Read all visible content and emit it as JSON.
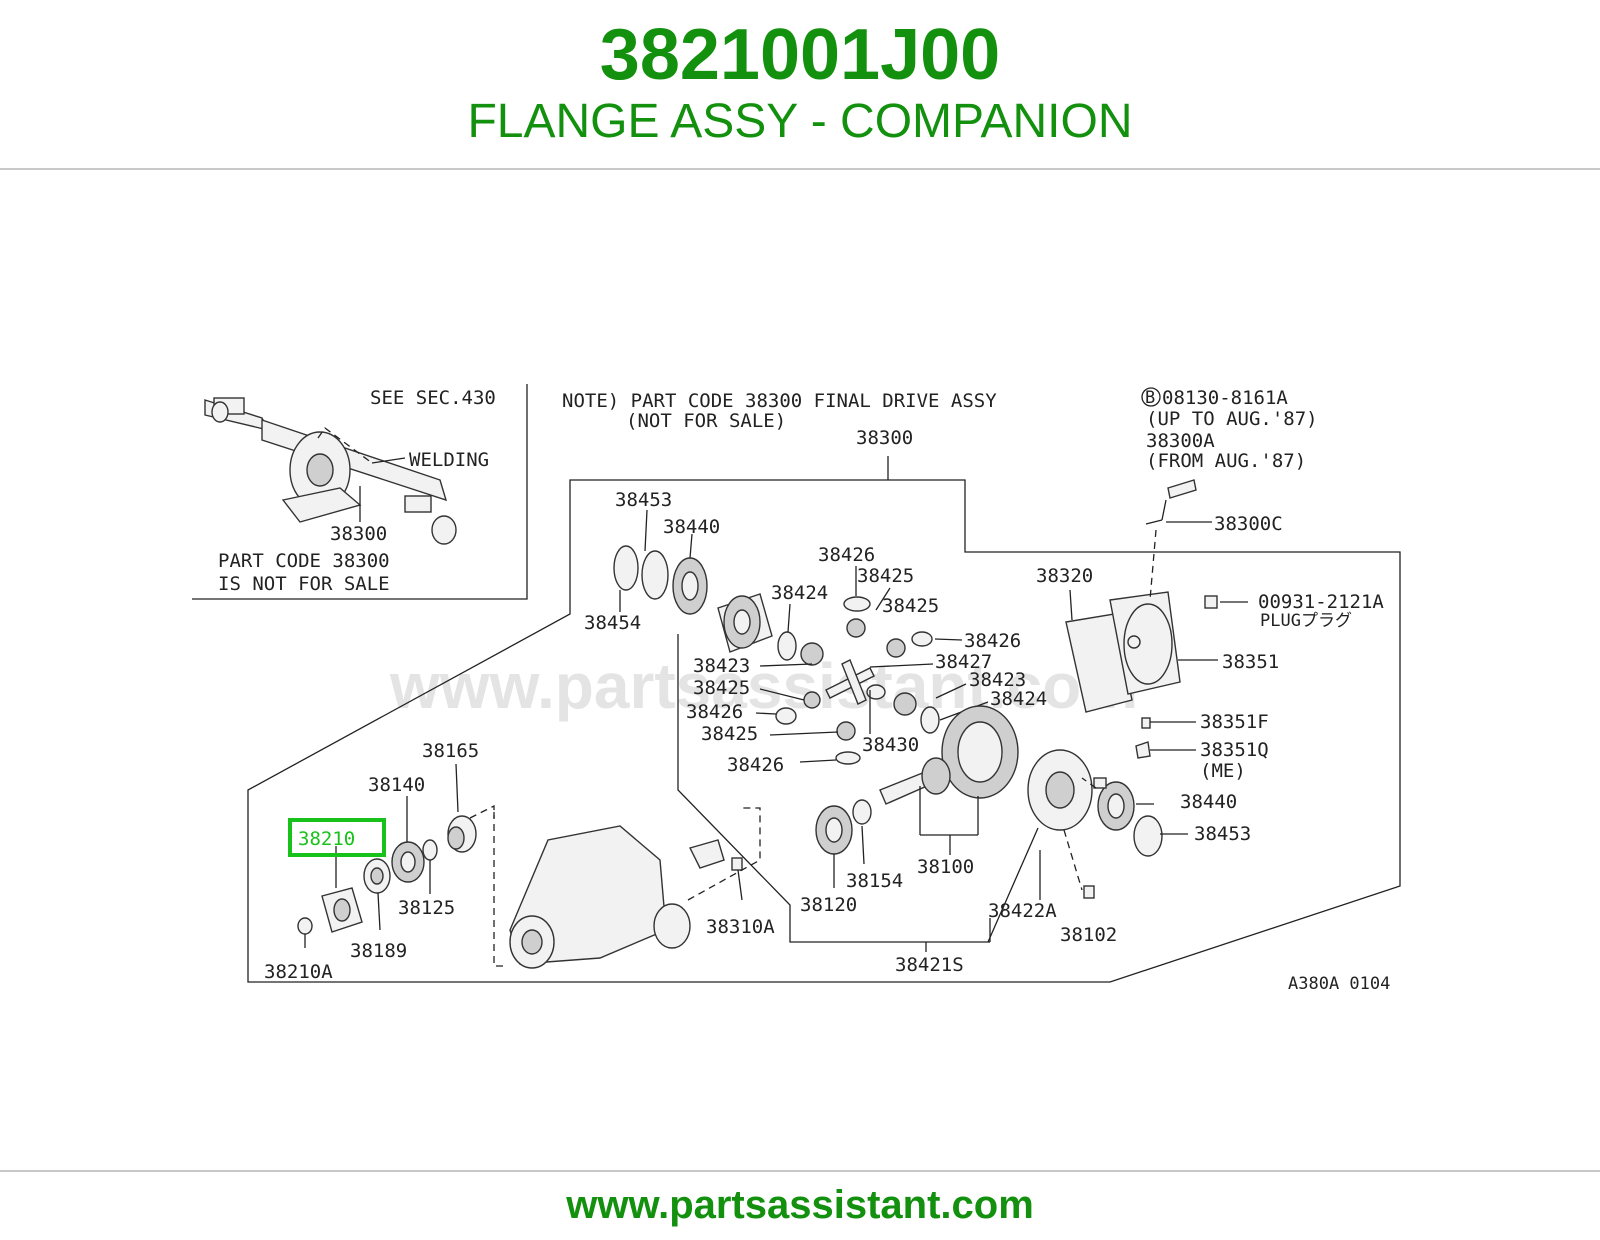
{
  "header": {
    "part_number": "3821001J00",
    "part_description": "FLANGE ASSY - COMPANION"
  },
  "diagram": {
    "watermark": "www.partsassistant.com",
    "inset_labels": {
      "see_sec": "SEE SEC.430",
      "welding": "WELDING",
      "part_38300": "38300",
      "note_line1": "PART CODE 38300",
      "note_line2": "IS NOT FOR SALE"
    },
    "top_note_line1": "NOTE) PART CODE 38300 FINAL DRIVE ASSY",
    "top_note_line2": "(NOT FOR SALE)",
    "bolt_note": {
      "line1": "08130-8161A",
      "line2": "(UP TO AUG.'87)",
      "line3": "38300A",
      "line4": "(FROM AUG.'87)",
      "circle": "B"
    },
    "plug_note": {
      "code": "00931-2121A",
      "name": "PLUGプラグ"
    },
    "me_note": "(ME)",
    "highlight_code": "38210",
    "diagram_id": "A380A 0104",
    "labels": {
      "l38300": "38300",
      "l38453a": "38453",
      "l38440a": "38440",
      "l38454": "38454",
      "l38426a": "38426",
      "l38425a": "38425",
      "l38424a": "38424",
      "l38425b": "38425",
      "l38426b": "38426",
      "l38423a": "38423",
      "l38427": "38427",
      "l38425c": "38425",
      "l38423b": "38423",
      "l38426c": "38426",
      "l38424b": "38424",
      "l38425d": "38425",
      "l38430": "38430",
      "l38426d": "38426",
      "l38320": "38320",
      "l38300c": "38300C",
      "l38351": "38351",
      "l38351f": "38351F",
      "l38351q": "38351Q",
      "l38440b": "38440",
      "l38453b": "38453",
      "l38165": "38165",
      "l38140": "38140",
      "l38125": "38125",
      "l38189": "38189",
      "l38210a": "38210A",
      "l38310a": "38310A",
      "l38120": "38120",
      "l38154": "38154",
      "l38100": "38100",
      "l38422a": "38422A",
      "l38102": "38102",
      "l38421s": "38421S"
    }
  },
  "footer": {
    "url": "www.partsassistant.com"
  },
  "colors": {
    "brand_green": "#12900e",
    "highlight_green": "#19c21a",
    "rule_gray": "#c8c8c8"
  }
}
